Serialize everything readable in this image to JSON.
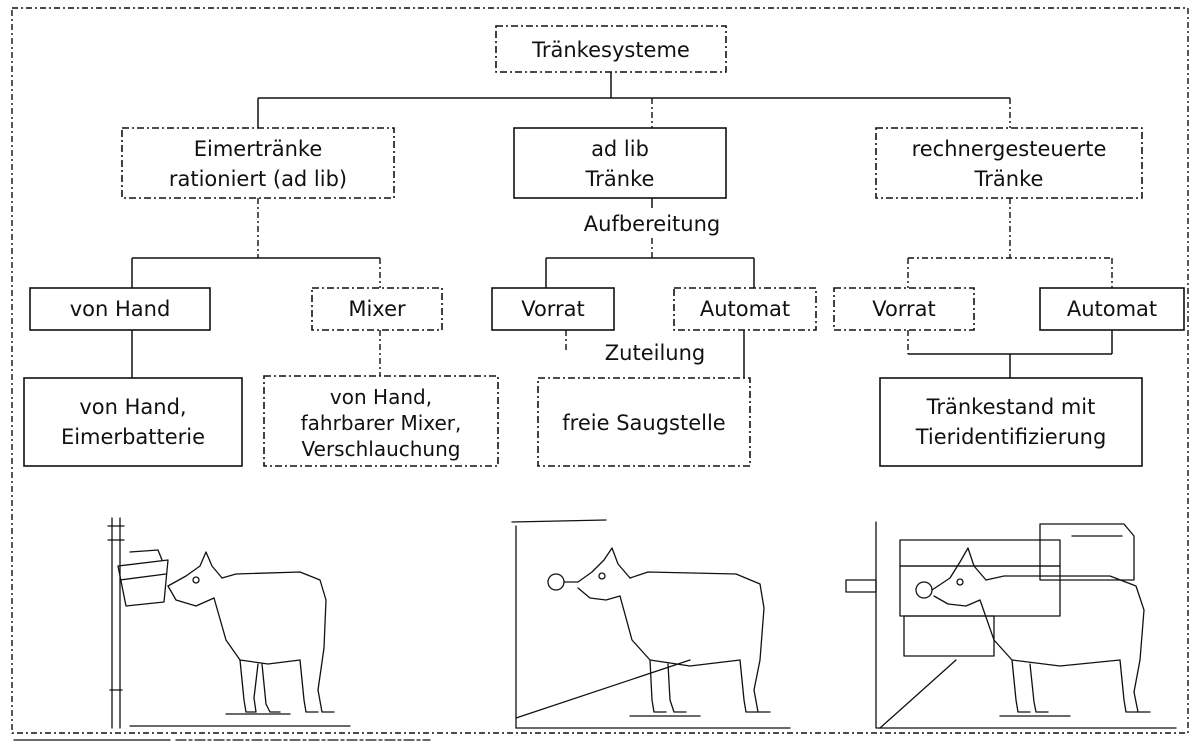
{
  "diagram": {
    "root": "Tränkesysteme",
    "branches": {
      "bucket": {
        "title_line1": "Eimertränke",
        "title_line2": "rationiert (ad lib)",
        "by_hand": "von Hand",
        "mixer": "Mixer",
        "by_hand_detail_line1": "von Hand,",
        "by_hand_detail_line2": "Eimerbatterie",
        "mixer_detail_line1": "von Hand,",
        "mixer_detail_line2": "fahrbarer Mixer,",
        "mixer_detail_line3": "Verschlauchung"
      },
      "adlib": {
        "title_line1": "ad lib",
        "title_line2": "Tränke",
        "preparation_label": "Aufbereitung",
        "stock": "Vorrat",
        "automat": "Automat",
        "allocation_label": "Zuteilung",
        "detail": "freie Saugstelle"
      },
      "computer": {
        "title_line1": "rechnergesteuerte",
        "title_line2": "Tränke",
        "stock": "Vorrat",
        "automat": "Automat",
        "detail_line1": "Tränkestand mit",
        "detail_line2": "Tieridentifizierung"
      }
    }
  }
}
